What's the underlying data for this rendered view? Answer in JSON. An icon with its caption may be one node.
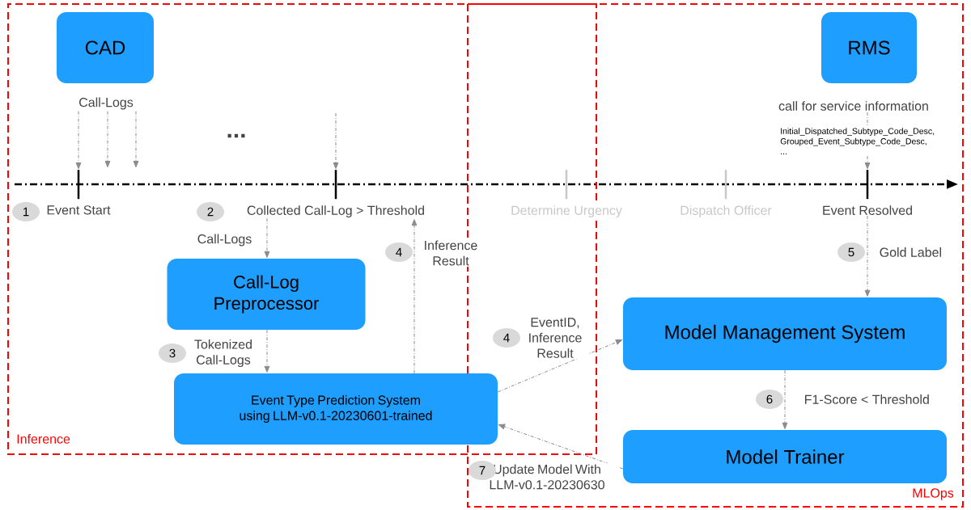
{
  "diagram": {
    "nodes": [
      {
        "text": [
          "Inference"
        ]
      },
      {
        "text": [
          "MLOps"
        ]
      },
      {
        "text": [
          "CAD"
        ],
        "in": 0
      },
      {
        "text": [
          "RMS"
        ],
        "in": 1
      },
      {
        "text": [
          "Call-Logs"
        ],
        "in": 0
      },
      {
        "text": [
          "call for service information"
        ],
        "in": 1
      },
      {
        "text": [],
        "shape": "bar",
        "beside": [
          "Event Start"
        ],
        "in": 0
      },
      {
        "text": [],
        "shape": "bar",
        "beside": [
          "Collected Call-Log > Threshold"
        ],
        "in": 0
      },
      {
        "text": [],
        "shape": "bar",
        "beside": [
          "Determine Urgency"
        ]
      },
      {
        "text": [],
        "shape": "bar",
        "beside": [
          "Dispatch Officer"
        ],
        "in": 1
      },
      {
        "text": [],
        "shape": "bar",
        "beside": [
          "Event Resolved"
        ],
        "in": 1
      },
      {
        "text": [
          "Call-Log Preprocessor"
        ],
        "in": 0
      },
      {
        "text": [
          "Event Type Prediction System using LLM-v0.1-20230601-trained"
        ],
        "in": 0
      },
      {
        "text": [
          "Model Management System"
        ],
        "in": 1
      },
      {
        "text": [
          "Model Trainer"
        ],
        "in": 1
      }
    ],
    "edges": [
      {
        "from": 4,
        "to": 6,
        "arrow": "to"
      },
      {
        "from": 4,
        "to": null,
        "arrow": "to"
      },
      {
        "from": 4,
        "to": null,
        "arrow": "to"
      },
      {
        "from": null,
        "to": 7,
        "arrow": "to"
      },
      {
        "from": 5,
        "to": 10,
        "arrow": "to"
      },
      {
        "from": 7,
        "to": 11,
        "arrow": "to",
        "label": "Call-Logs"
      },
      {
        "from": 11,
        "to": 12,
        "arrow": "to",
        "label": "Tokenized Call-Logs"
      },
      {
        "from": 12,
        "to": 7,
        "arrow": "to",
        "label": "Inference Result"
      },
      {
        "from": 12,
        "to": 13,
        "arrow": "to",
        "label": "EventID, Inference Result"
      },
      {
        "from": 10,
        "to": 13,
        "arrow": "to",
        "label": "Gold Label"
      },
      {
        "from": 13,
        "to": 14,
        "arrow": "to",
        "label": "F1-Score < Threshold"
      },
      {
        "from": 14,
        "to": 12,
        "arrow": "to",
        "label": "Update Model With LLM-v0.1-20230630"
      }
    ],
    "labels": [
      "Initial_Dispatched_Subtype_Code_Desc, Grouped_Event_Subtype_Code_Desc, ...",
      "...",
      "1",
      "2",
      "4",
      "5",
      "4",
      "3",
      "6",
      "7"
    ]
  }
}
